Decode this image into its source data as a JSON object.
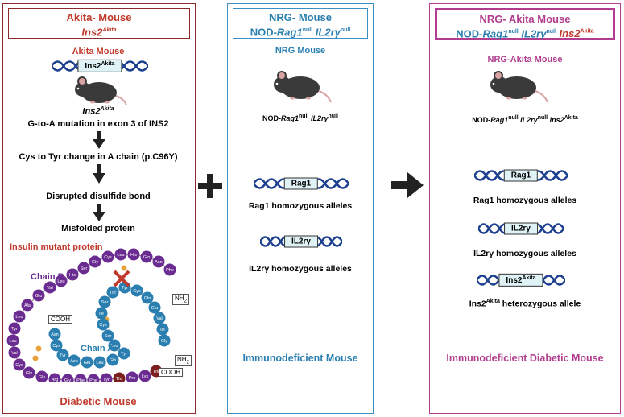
{
  "akita": {
    "title": "Akita- Mouse",
    "subtitle_gene": "Ins2",
    "subtitle_sup": "Akita",
    "section_label": "Akita Mouse",
    "dna_label": "Ins2",
    "dna_sup": "Akita",
    "mouse_label": "Ins2",
    "mouse_sup": "Akita",
    "steps": [
      "G-to-A mutation in exon 3 of INS2",
      "Cys to Tyr change  in A chain (p.C96Y)",
      "Disrupted disulfide bond",
      "Misfolded protein"
    ],
    "protein_title": "Insulin mutant protein",
    "chain_b": "Chain B",
    "chain_a": "Chain A",
    "cooh": "COOH",
    "nh2": "NH",
    "footer": "Diabetic Mouse"
  },
  "nrg": {
    "title": "NRG- Mouse",
    "subtitle_prefix": "NOD-",
    "rag1": "Rag1",
    "il2": "IL2rγ",
    "null_sup": "null",
    "section_label": "NRG Mouse",
    "mouse_prefix": "NOD-",
    "rag1_dna": "Rag1",
    "rag1_desc": "Rag1 homozygous alleles",
    "il2_dna": "IL2rγ",
    "il2_desc": "IL2rγ homozygous alleles",
    "footer": "Immunodeficient Mouse"
  },
  "nrgakita": {
    "title": "NRG- Akita Mouse",
    "subtitle_prefix": "NOD-",
    "rag1": "Rag1",
    "il2": "IL2rγ",
    "ins2": "Ins2",
    "null_sup": "null",
    "akita_sup": "Akita",
    "section_label": "NRG-Akita Mouse",
    "mouse_prefix": "NOD-",
    "rag1_dna": "Rag1",
    "rag1_desc": "Rag1 homozygous alleles",
    "il2_dna": "IL2rγ",
    "il2_desc": "IL2rγ homozygous alleles",
    "ins2_dna": "Ins2",
    "ins2_desc": " heterozygous allele",
    "footer": "Immunodeficient  Diabetic Mouse"
  },
  "symbols": {
    "plus": "plus-icon",
    "arrow": "arrow-right-icon"
  },
  "colors": {
    "akita": "#8b2a2a",
    "nrg": "#3a8fc4",
    "nrgakita": "#b23d8f",
    "residue": "#6b2c91",
    "thr": "#7a1e1e",
    "bond": "#e8a23a"
  },
  "residues": {
    "chain_b": [
      "Phe",
      "Asn",
      "Gln",
      "His",
      "Leu",
      "Cys",
      "Gly",
      "Ser",
      "His",
      "Leu",
      "Val",
      "Glu",
      "Ala",
      "Leu",
      "Tyr",
      "Leu",
      "Val",
      "Cys",
      "Gly",
      "Glu",
      "Arg",
      "Gly",
      "Phe",
      "Phe",
      "Tyr",
      "Thr",
      "Pro",
      "Lys",
      "Thr"
    ],
    "chain_a": [
      "Gly",
      "Ile",
      "Val",
      "Glu",
      "Gln",
      "Cys",
      "Tyr",
      "Thr",
      "Ser",
      "Ile",
      "Cys",
      "Ser",
      "Leu",
      "Tyr",
      "Gln",
      "Leu",
      "Glu",
      "Asn",
      "Tyr",
      "Cys",
      "Asn"
    ]
  }
}
